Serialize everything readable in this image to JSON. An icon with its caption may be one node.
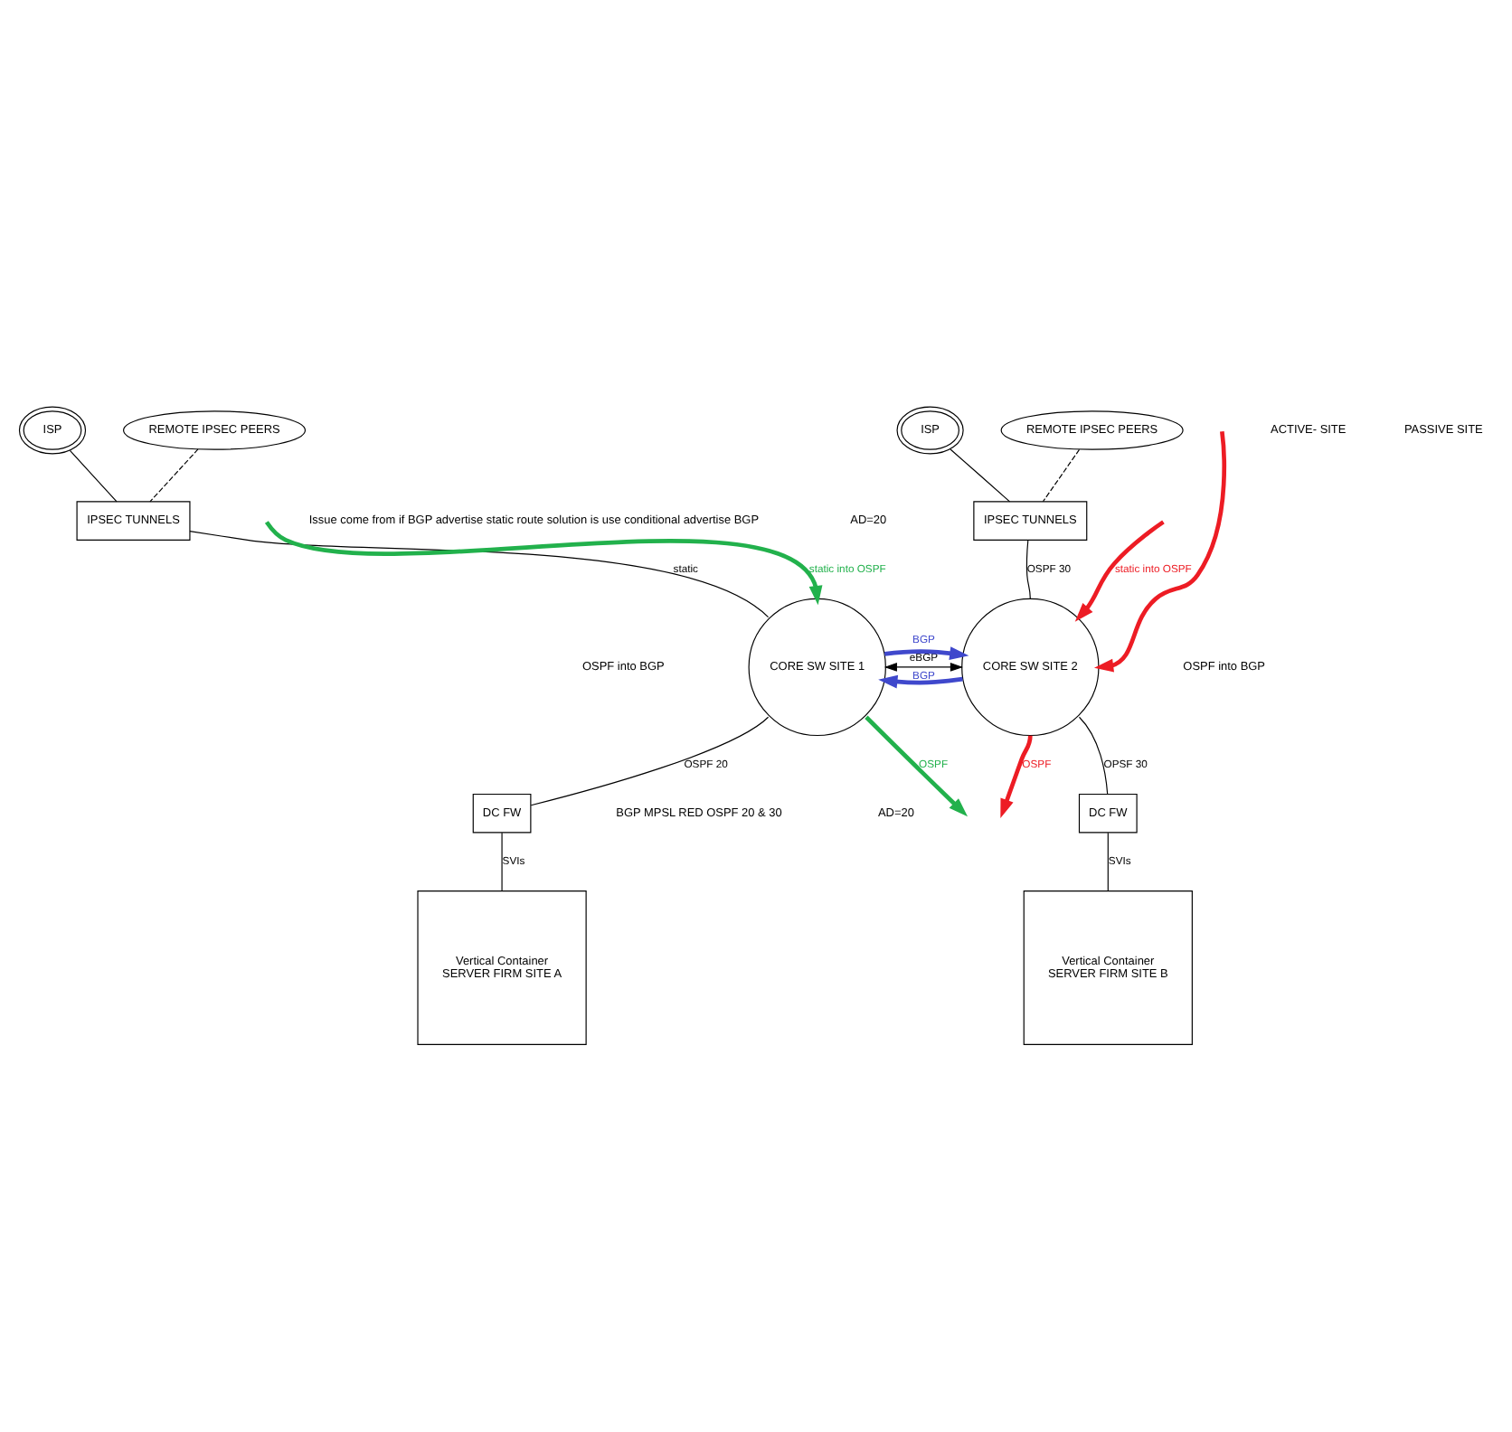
{
  "diagram": {
    "nodes": [
      {
        "text": [
          "ISP"
        ]
      },
      {
        "text": [
          "REMOTE IPSEC PEERS"
        ]
      },
      {
        "text": [
          "IPSEC TUNNELS"
        ]
      },
      {
        "text": [
          "REMOTE IPSEC PEERS"
        ]
      },
      {
        "text": [
          "ISP"
        ]
      },
      {
        "text": [
          "IPSEC TUNNELS"
        ]
      },
      {
        "text": [
          "CORE SW SITE 1"
        ]
      },
      {
        "text": [
          "CORE SW SITE 2"
        ]
      },
      {
        "text": [
          "DC FW"
        ]
      },
      {
        "text": [
          "DC FW"
        ]
      },
      {
        "text": [
          "Vertical Container",
          "SERVER FIRM SITE A"
        ]
      },
      {
        "text": [
          "Vertical Container",
          "SERVER FIRM SITE B"
        ]
      }
    ],
    "edges": [
      {
        "from": 0,
        "to": 2,
        "arrow": "none"
      },
      {
        "from": 1,
        "to": 2,
        "arrow": "none",
        "style": "dashed"
      },
      {
        "from": 2,
        "to": 6,
        "arrow": "none",
        "label": "static"
      },
      {
        "from": 3,
        "to": 5,
        "arrow": "none",
        "style": "dashed"
      },
      {
        "from": 4,
        "to": 5,
        "arrow": "none"
      },
      {
        "from": 5,
        "to": 7,
        "arrow": "none",
        "label": "OSPF 30"
      },
      {
        "from": 6,
        "to": 7,
        "arrow": "both",
        "label": "eBGP"
      },
      {
        "from": 6,
        "to": 8,
        "arrow": "none",
        "label": "OSPF 20"
      },
      {
        "from": 7,
        "to": 9,
        "arrow": "none",
        "label": "OPSF 30"
      },
      {
        "from": 8,
        "to": 10,
        "arrow": "none",
        "label": "SVIs"
      },
      {
        "from": 9,
        "to": 11,
        "arrow": "none",
        "label": "SVIs"
      },
      {
        "from": null,
        "to": 6,
        "arrow": "to",
        "label": "static into OSPF",
        "style": "thick",
        "color": "#22b14c"
      },
      {
        "from": 6,
        "to": null,
        "arrow": "to",
        "label": "OSPF",
        "style": "thick",
        "color": "#22b14c"
      },
      {
        "from": null,
        "to": 7,
        "arrow": "to",
        "label": "static into OSPF",
        "style": "thick",
        "color": "#ed1c24"
      },
      {
        "from": null,
        "to": 7,
        "arrow": "to",
        "style": "thick",
        "color": "#ed1c24"
      },
      {
        "from": 7,
        "to": null,
        "arrow": "to",
        "label": "OSPF",
        "style": "thick",
        "color": "#ed1c24"
      },
      {
        "from": 7,
        "to": 6,
        "arrow": "to",
        "label": "BGP",
        "style": "thick",
        "color": "#3f48cc"
      },
      {
        "from": 6,
        "to": 7,
        "arrow": "to",
        "label": "BGP",
        "style": "thick",
        "color": "#3f48cc"
      }
    ],
    "labels": [
      "ACTIVE- SITE",
      "PASSIVE SITE",
      "Issue come from if BGP advertise static route solution is use conditional advertise BGP",
      "AD=20",
      "OSPF into BGP",
      "BGP MPSL RED OSPF 20 & 30",
      "OSPF into BGP",
      "AD=20"
    ]
  }
}
